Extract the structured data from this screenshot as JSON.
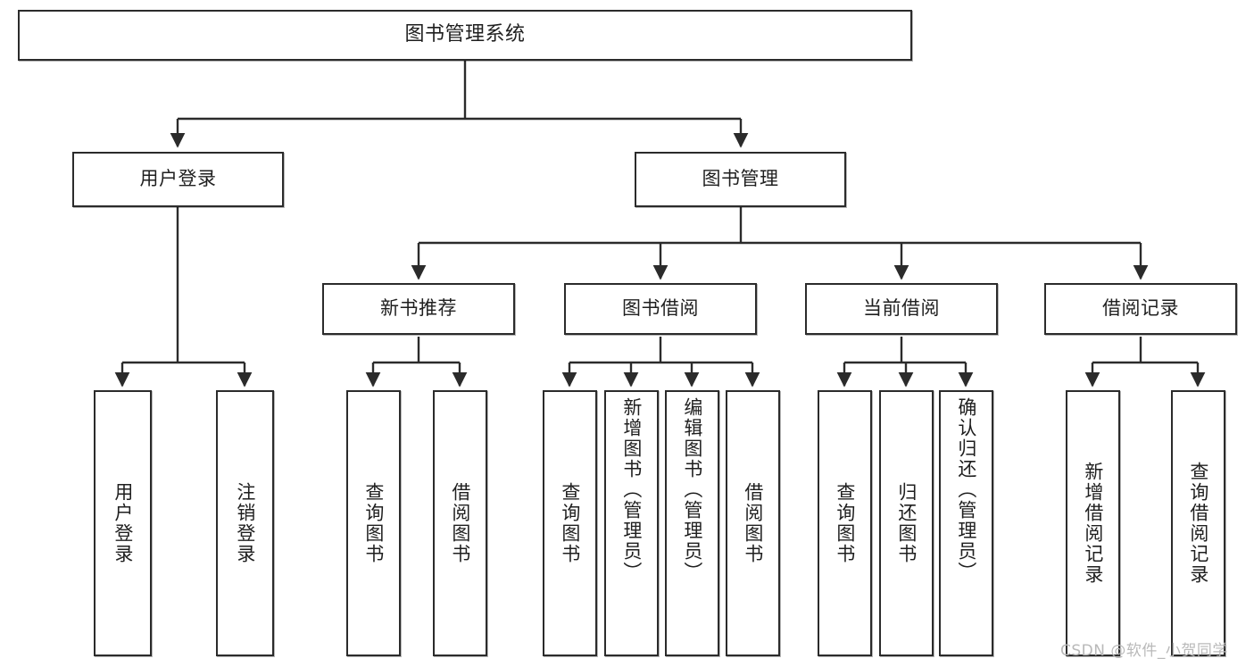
{
  "diagram": {
    "title": "图书管理系统",
    "type": "tree",
    "root": {
      "label": "图书管理系统"
    },
    "level2": [
      {
        "label": "用户登录"
      },
      {
        "label": "图书管理"
      }
    ],
    "level3": [
      {
        "label": "新书推荐"
      },
      {
        "label": "图书借阅"
      },
      {
        "label": "当前借阅"
      },
      {
        "label": "借阅记录"
      }
    ],
    "leaves": {
      "user_login": [
        {
          "label": "用户登录"
        },
        {
          "label": "注销登录"
        }
      ],
      "new_book_recommend": [
        {
          "label": "查询图书"
        },
        {
          "label": "借阅图书"
        }
      ],
      "book_borrow": [
        {
          "label": "查询图书"
        },
        {
          "label": "新增图书（管理员）"
        },
        {
          "label": "编辑图书（管理员）"
        },
        {
          "label": "借阅图书"
        }
      ],
      "current_borrow": [
        {
          "label": "查询图书"
        },
        {
          "label": "归还图书"
        },
        {
          "label": "确认归还（管理员）"
        }
      ],
      "borrow_record": [
        {
          "label": "新增借阅记录"
        },
        {
          "label": "查询借阅记录"
        }
      ]
    }
  },
  "watermark": {
    "text": "CSDN @软件_小贺同学"
  },
  "colors": {
    "node_border": "#2b2b2b",
    "node_fill": "#ffffff",
    "edge": "#2b2b2b",
    "text": "#1f1f1f",
    "watermark": "#b9b9b9",
    "background": "#ffffff"
  }
}
